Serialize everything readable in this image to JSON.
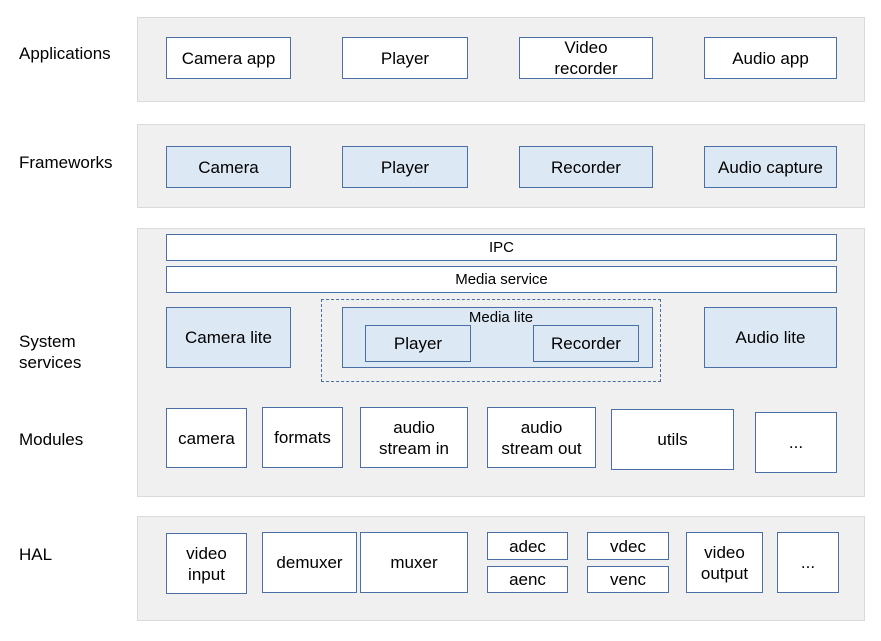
{
  "layers": {
    "applications": "Applications",
    "frameworks": "Frameworks",
    "system_services": "System\nservices",
    "modules": "Modules",
    "hal": "HAL"
  },
  "applications": {
    "camera_app": "Camera app",
    "player": "Player",
    "video_recorder": "Video\nrecorder",
    "audio_app": "Audio app"
  },
  "frameworks": {
    "camera": "Camera",
    "player": "Player",
    "recorder": "Recorder",
    "audio_capture": "Audio capture"
  },
  "system_services": {
    "ipc": "IPC",
    "media_service": "Media service",
    "camera_lite": "Camera lite",
    "media_lite": "Media lite",
    "media_lite_player": "Player",
    "media_lite_recorder": "Recorder",
    "audio_lite": "Audio lite"
  },
  "modules": {
    "camera": "camera",
    "formats": "formats",
    "audio_stream_in": "audio\nstream in",
    "audio_stream_out": "audio\nstream out",
    "utils": "utils",
    "more": "..."
  },
  "hal": {
    "video_input": "video\ninput",
    "demuxer": "demuxer",
    "muxer": "muxer",
    "adec": "adec",
    "aenc": "aenc",
    "vdec": "vdec",
    "venc": "venc",
    "video_output": "video\noutput",
    "more": "..."
  },
  "colors": {
    "layer_background": "#f0f0f0",
    "box_border": "#4a6fa5",
    "box_fill_blue": "#dde8f5",
    "box_fill_white": "#ffffff"
  }
}
